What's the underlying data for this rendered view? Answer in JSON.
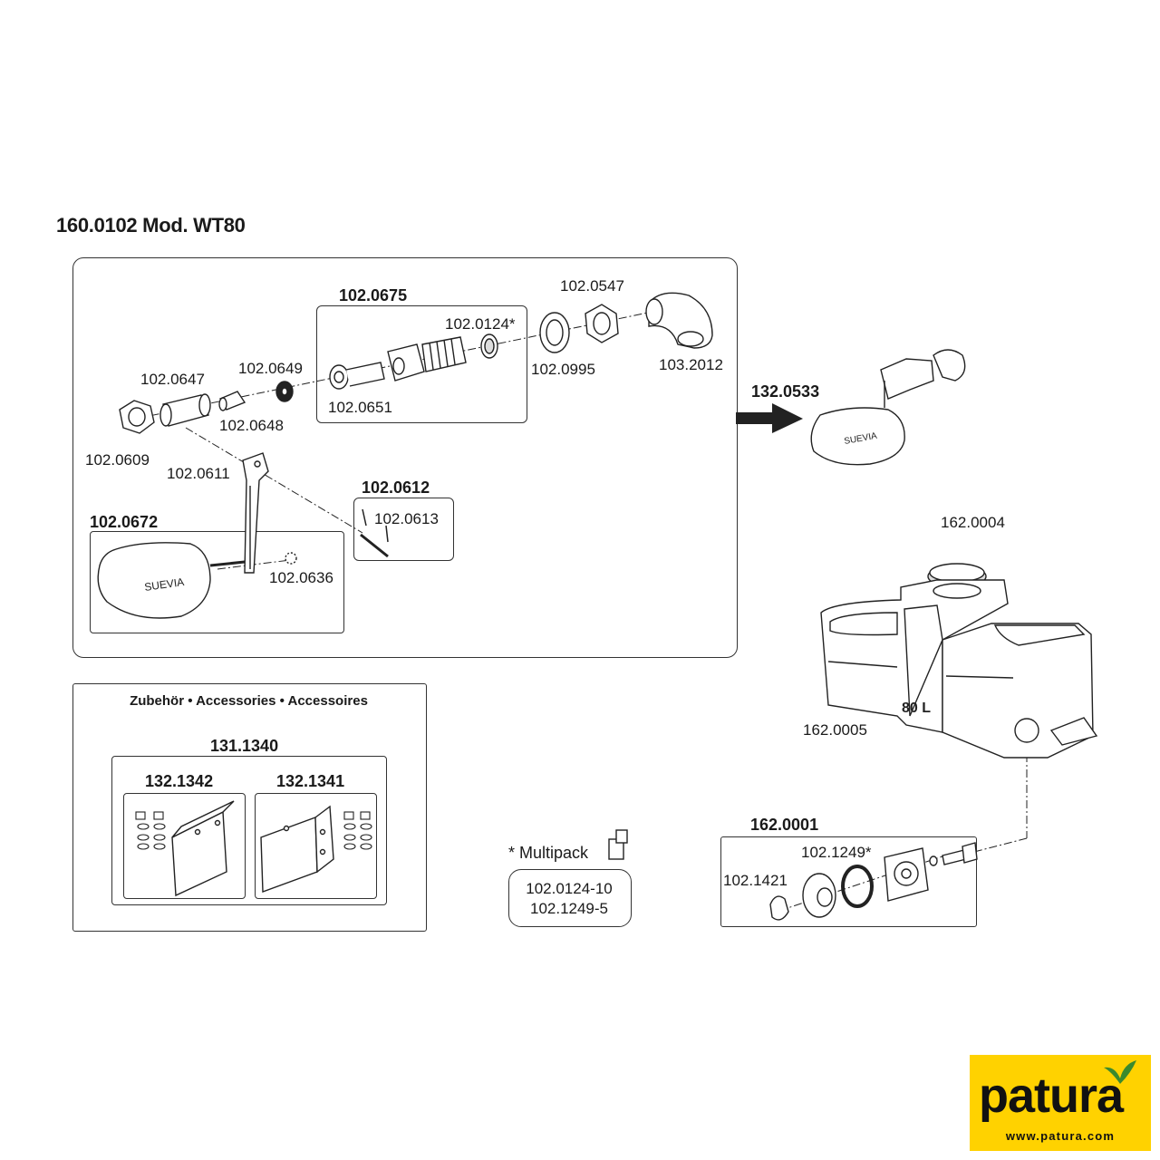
{
  "title": "160.0102 Mod. WT80",
  "main_assembly": {
    "group_102_0675": "102.0675",
    "parts": {
      "p102_0547": "102.0547",
      "p102_0124": "102.0124*",
      "p102_0649": "102.0649",
      "p102_0647": "102.0647",
      "p102_0995": "102.0995",
      "p103_2012": "103.2012",
      "p102_0651": "102.0651",
      "p102_0648": "102.0648",
      "p102_0609": "102.0609",
      "p102_0611": "102.0611",
      "p102_0613": "102.0613",
      "p102_0636": "102.0636"
    },
    "group_102_0612": "102.0612",
    "group_102_0672": "102.0672",
    "float_brand": "SUEVIA"
  },
  "assembled_valve": {
    "label": "132.0533",
    "float_brand": "SUEVIA"
  },
  "trough": {
    "cap_label": "162.0004",
    "body_label": "162.0005",
    "capacity": "80 L"
  },
  "drain_kit": {
    "group": "162.0001",
    "p102_1249": "102.1249*",
    "p102_1421": "102.1421"
  },
  "accessories": {
    "heading": "Zubehör • Accessories • Accessoires",
    "set": "131.1340",
    "bracket_a": "132.1342",
    "bracket_b": "132.1341"
  },
  "multipack": {
    "label": "* Multipack",
    "items": [
      "102.0124-10",
      "102.1249-5"
    ]
  },
  "logo": {
    "word": "patura",
    "url": "www.patura.com",
    "color": "#ffd200",
    "leaf_color": "#3a8a2e"
  }
}
